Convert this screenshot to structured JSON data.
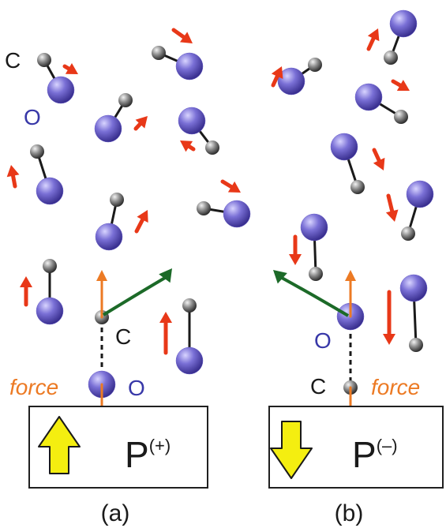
{
  "labels": {
    "carbon": "C",
    "oxygen": "O",
    "force": "force",
    "polarization_base": "P",
    "polarization_plus": "(+)",
    "polarization_minus": "(–)",
    "panel_a": "(a)",
    "panel_b": "(b)"
  },
  "colors": {
    "oxygen_atom": "#6a60c8",
    "carbon_atom": "#606060",
    "oxygen_label": "#3838a8",
    "thermal_arrow": "#e83818",
    "force_arrow": "#ec7a24",
    "rotation_arrow": "#1c6a28",
    "polarization_arrow_fill": "#f4ee10",
    "force_label": "#ec7a24"
  },
  "panels": [
    {
      "id": "a",
      "polarization": "up",
      "rotation": "clockwise"
    },
    {
      "id": "b",
      "polarization": "down",
      "rotation": "counter-clockwise"
    }
  ]
}
